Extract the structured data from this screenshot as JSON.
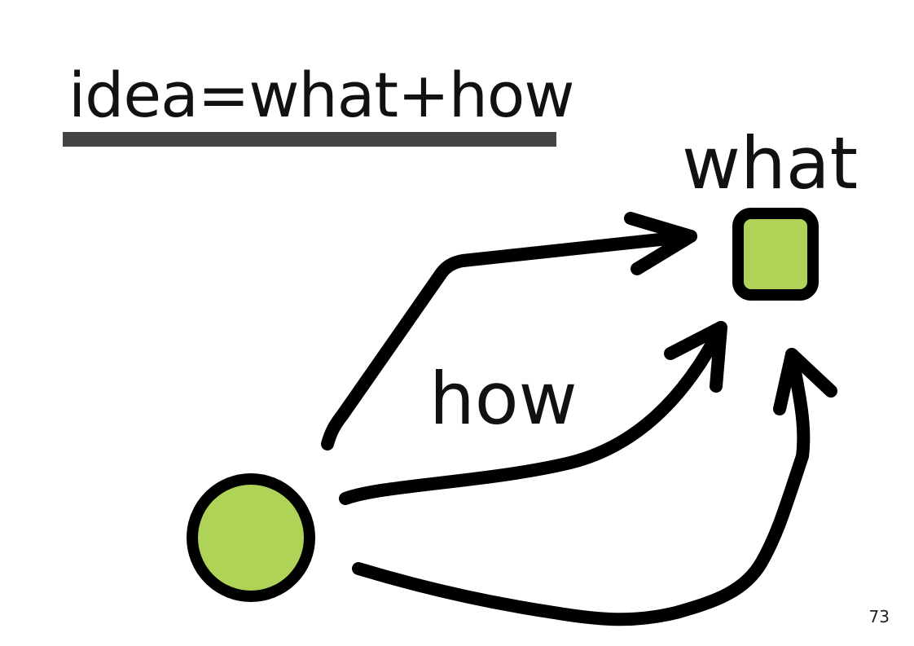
{
  "slide": {
    "title": "idea=what+how",
    "page_number": "73"
  },
  "diagram": {
    "start_label": "",
    "goal_label": "what",
    "path_label": "how"
  },
  "colors": {
    "node_fill": "#aed356",
    "stroke": "#000000",
    "underline": "#444444",
    "text": "#111111"
  }
}
